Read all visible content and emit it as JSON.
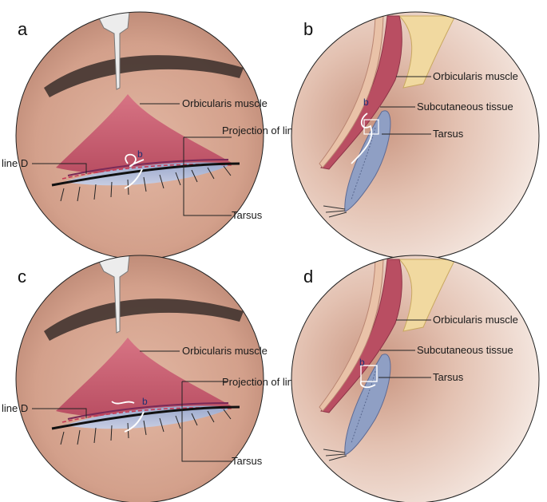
{
  "panels": [
    {
      "letter": "a",
      "mark": "b",
      "labels": {
        "orbicularis": "Orbicularis muscle",
        "projection": "Projection of line D",
        "line_d": "line D",
        "tarsus": "Tarsus"
      }
    },
    {
      "letter": "b",
      "mark": "b",
      "labels": {
        "orbicularis": "Orbicularis muscle",
        "subcutaneous": "Subcutaneous tissue",
        "tarsus": "Tarsus"
      }
    },
    {
      "letter": "c",
      "mark": "b",
      "labels": {
        "orbicularis": "Orbicularis muscle",
        "projection": "Projection of line D",
        "line_d": "line D",
        "tarsus": "Tarsus"
      }
    },
    {
      "letter": "d",
      "mark": "b",
      "labels": {
        "orbicularis": "Orbicularis muscle",
        "subcutaneous": "Subcutaneous tissue",
        "tarsus": "Tarsus"
      }
    }
  ],
  "colors": {
    "skin": "#d9ab97",
    "skin_shadow": "#b98572",
    "muscle": "#c8576a",
    "tarsus": "#8f9fc4",
    "fat": "#f1d9a0",
    "instrument": "#e8e8e8",
    "suture": "#ffffff"
  }
}
